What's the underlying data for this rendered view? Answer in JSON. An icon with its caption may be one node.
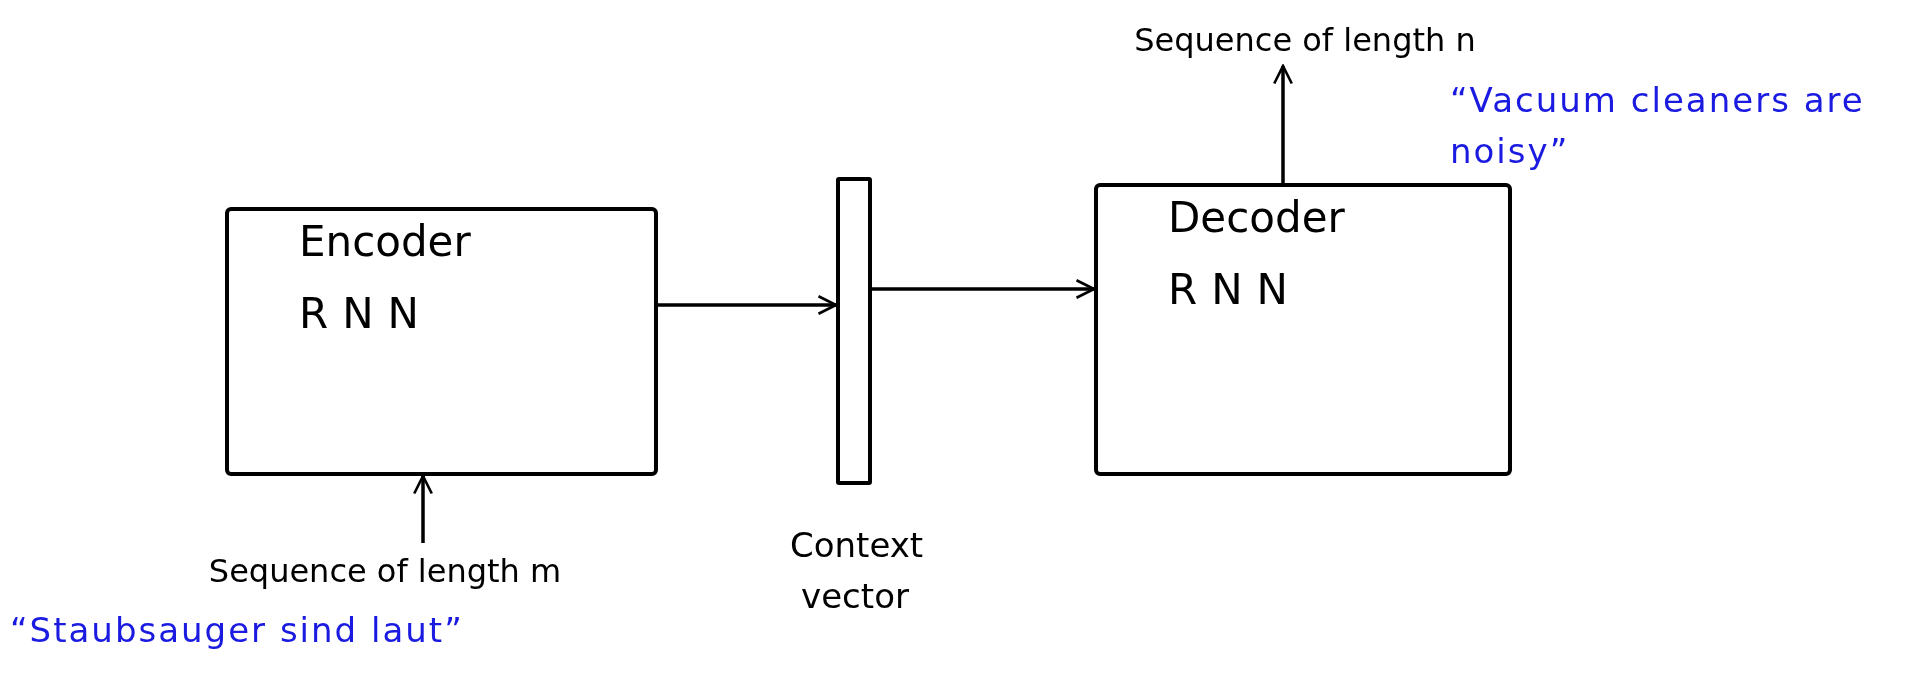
{
  "diagram": {
    "nodes": [
      {
        "text": [
          "Encoder",
          "RNN"
        ]
      },
      {
        "text": [],
        "shape": "bar",
        "beside": [
          "Context vector"
        ]
      },
      {
        "text": [
          "Decoder",
          "RNN"
        ]
      },
      {
        "text": [
          "Sequence of length m"
        ],
        "beside": [
          "“Staubsauger sind laut”"
        ]
      },
      {
        "text": [
          "Sequence of length n"
        ],
        "beside": [
          "“Vacuum cleaners are noisy”"
        ]
      }
    ],
    "edges": [
      {
        "from": 3,
        "to": 0,
        "arrow": "to"
      },
      {
        "from": 0,
        "to": 1,
        "arrow": "to"
      },
      {
        "from": 1,
        "to": 2,
        "arrow": "to"
      },
      {
        "from": 2,
        "to": 4,
        "arrow": "to"
      }
    ]
  }
}
